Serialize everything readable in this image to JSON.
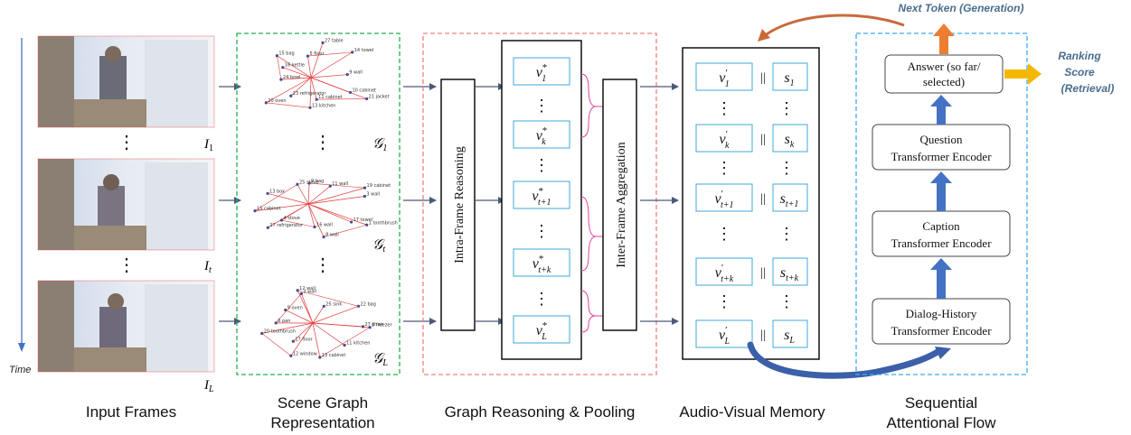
{
  "labels": {
    "time": "Time",
    "frame_1": "I",
    "frame_1_sub": "1",
    "frame_t": "I",
    "frame_t_sub": "t",
    "frame_L": "I",
    "frame_L_sub": "L",
    "graph_1": "𝒢",
    "graph_1_sub": "1",
    "graph_t": "𝒢",
    "graph_t_sub": "t",
    "graph_L": "𝒢",
    "graph_L_sub": "L",
    "dots": "⋮",
    "intra_frame": "Intra-Frame Reasoning",
    "inter_frame": "Inter-Frame Aggregation",
    "next_token": "Next Token (Generation)",
    "ranking_score_1": "Ranking",
    "ranking_score_2": "Score",
    "retrieval": "(Retrieval)",
    "concat": "||"
  },
  "star_vectors": [
    {
      "base": "v",
      "sup": "*",
      "sub": "1"
    },
    {
      "base": "v",
      "sup": "*",
      "sub": "k"
    },
    {
      "base": "v",
      "sup": "*",
      "sub": "t+1"
    },
    {
      "base": "v",
      "sup": "*",
      "sub": "t+k"
    },
    {
      "base": "v",
      "sup": "*",
      "sub": "L"
    }
  ],
  "memory_rows": [
    {
      "v_sub": "1",
      "s_sub": "1"
    },
    {
      "v_sub": "k",
      "s_sub": "k"
    },
    {
      "v_sub": "t+1",
      "s_sub": "t+1"
    },
    {
      "v_sub": "t+k",
      "s_sub": "t+k"
    },
    {
      "v_sub": "L",
      "s_sub": "L"
    }
  ],
  "encoders": {
    "answer_1": "Answer (so far/",
    "answer_2": "selected)",
    "question_1": "Question",
    "question_2": "Transformer Encoder",
    "caption_1": "Caption",
    "caption_2": "Transformer Encoder",
    "dialog_1": "Dialog-History",
    "dialog_2": "Transformer Encoder"
  },
  "captions": {
    "input_frames": "Input Frames",
    "scene_graph_1": "Scene Graph",
    "scene_graph_2": "Representation",
    "graph_reasoning": "Graph Reasoning & Pooling",
    "av_memory": "Audio-Visual Memory",
    "seq_flow_1": "Sequential",
    "seq_flow_2": "Attentional Flow"
  },
  "colors": {
    "green_border": "#22b14c",
    "red_border": "#f08080",
    "blue_border": "#3fa9f5",
    "flow_blue": "#4472c4",
    "orange": "#ed7d31",
    "gold": "#f5b800",
    "cell_border": "#3fa9d8",
    "pink_brace": "#e0409a",
    "label_blue": "#4a6d8c"
  },
  "graph_nodes": {
    "g1": [
      "21 jacket",
      "10 cabinet",
      "11 cabinet",
      "13 kitchen",
      "23 refrigerator",
      "20 oven",
      "24 bowl",
      "16 kettle",
      "15 bag",
      "5 floor",
      "27 table",
      "14 towel",
      "9 wall"
    ],
    "gt": [
      "1 toothbrush",
      "17 towel",
      "8 wall",
      "16 wall",
      "27 refrigerator",
      "4 stove",
      "15 cabinet",
      "13 box",
      "25 stove",
      "9 bag",
      "11 wall",
      "19 cabinet",
      "3 wall"
    ],
    "gL": [
      "8 freezer",
      "11 kitchen",
      "13 cabinet",
      "12 window",
      "17 floor",
      "20 toothbrush",
      "6 pan",
      "9 oven",
      "3 wall",
      "12 wall",
      "25 sink",
      "22 bag",
      "27 chair"
    ]
  }
}
